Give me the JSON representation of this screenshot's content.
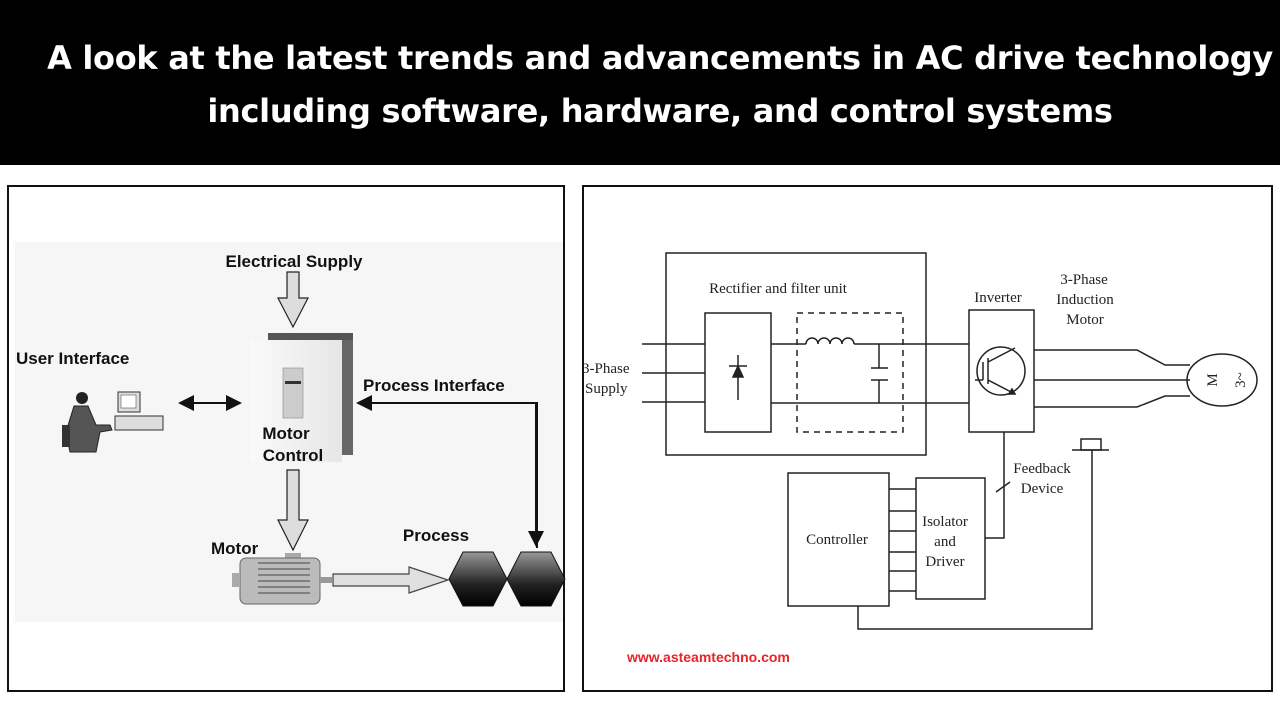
{
  "header": {
    "title_line1": "A look at the latest trends and advancements in AC drive technology",
    "title_line2": "including software, hardware, and control systems"
  },
  "left_diagram": {
    "electrical_supply": "Electrical Supply",
    "user_interface": "User Interface",
    "process_interface": "Process Interface",
    "motor_control_line1": "Motor",
    "motor_control_line2": "Control",
    "motor": "Motor",
    "process": "Process"
  },
  "right_diagram": {
    "rectifier": "Rectifier and filter unit",
    "inverter": "Inverter",
    "motor_line1": "3-Phase",
    "motor_line2": "Induction",
    "motor_line3": "Motor",
    "supply_line1": "3-Phase",
    "supply_line2": "Supply",
    "feedback_line1": "Feedback",
    "feedback_line2": "Device",
    "controller": "Controller",
    "isolator_line1": "Isolator",
    "isolator_line2": "and",
    "isolator_line3": "Driver",
    "motor_symbol": "M",
    "motor_phase": "3~"
  },
  "footer": {
    "website": "www.asteamtechno.com"
  },
  "colors": {
    "banner": "#000000",
    "website": "#e8232a"
  }
}
